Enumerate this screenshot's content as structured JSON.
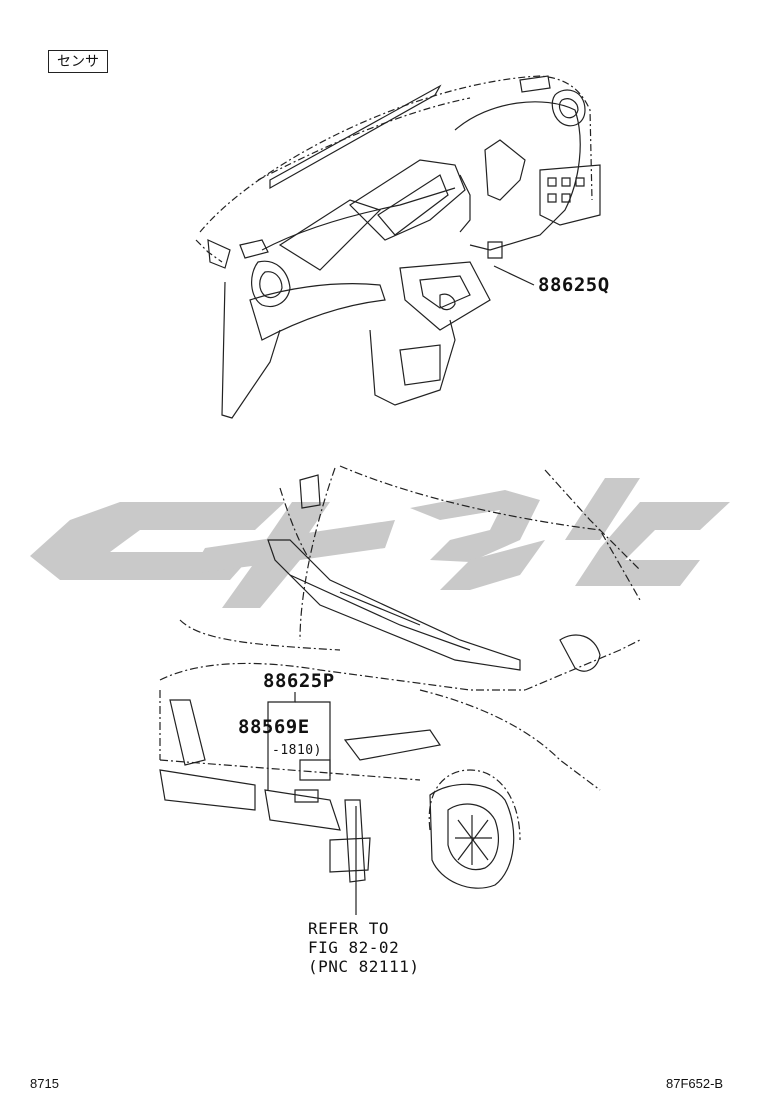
{
  "section_tag": "センサ",
  "parts": {
    "dash_sensor": "88625Q",
    "front_sensor": "88625P",
    "bracket": "88569E",
    "bracket_note": "-1810)"
  },
  "refer": {
    "line1": "REFER TO",
    "line2": "FIG 82-02",
    "line3": "(PNC 82111)"
  },
  "footer": {
    "left": "8715",
    "right": "87F652-B"
  },
  "colors": {
    "line": "#222222",
    "watermark": "#c9c9c9"
  }
}
